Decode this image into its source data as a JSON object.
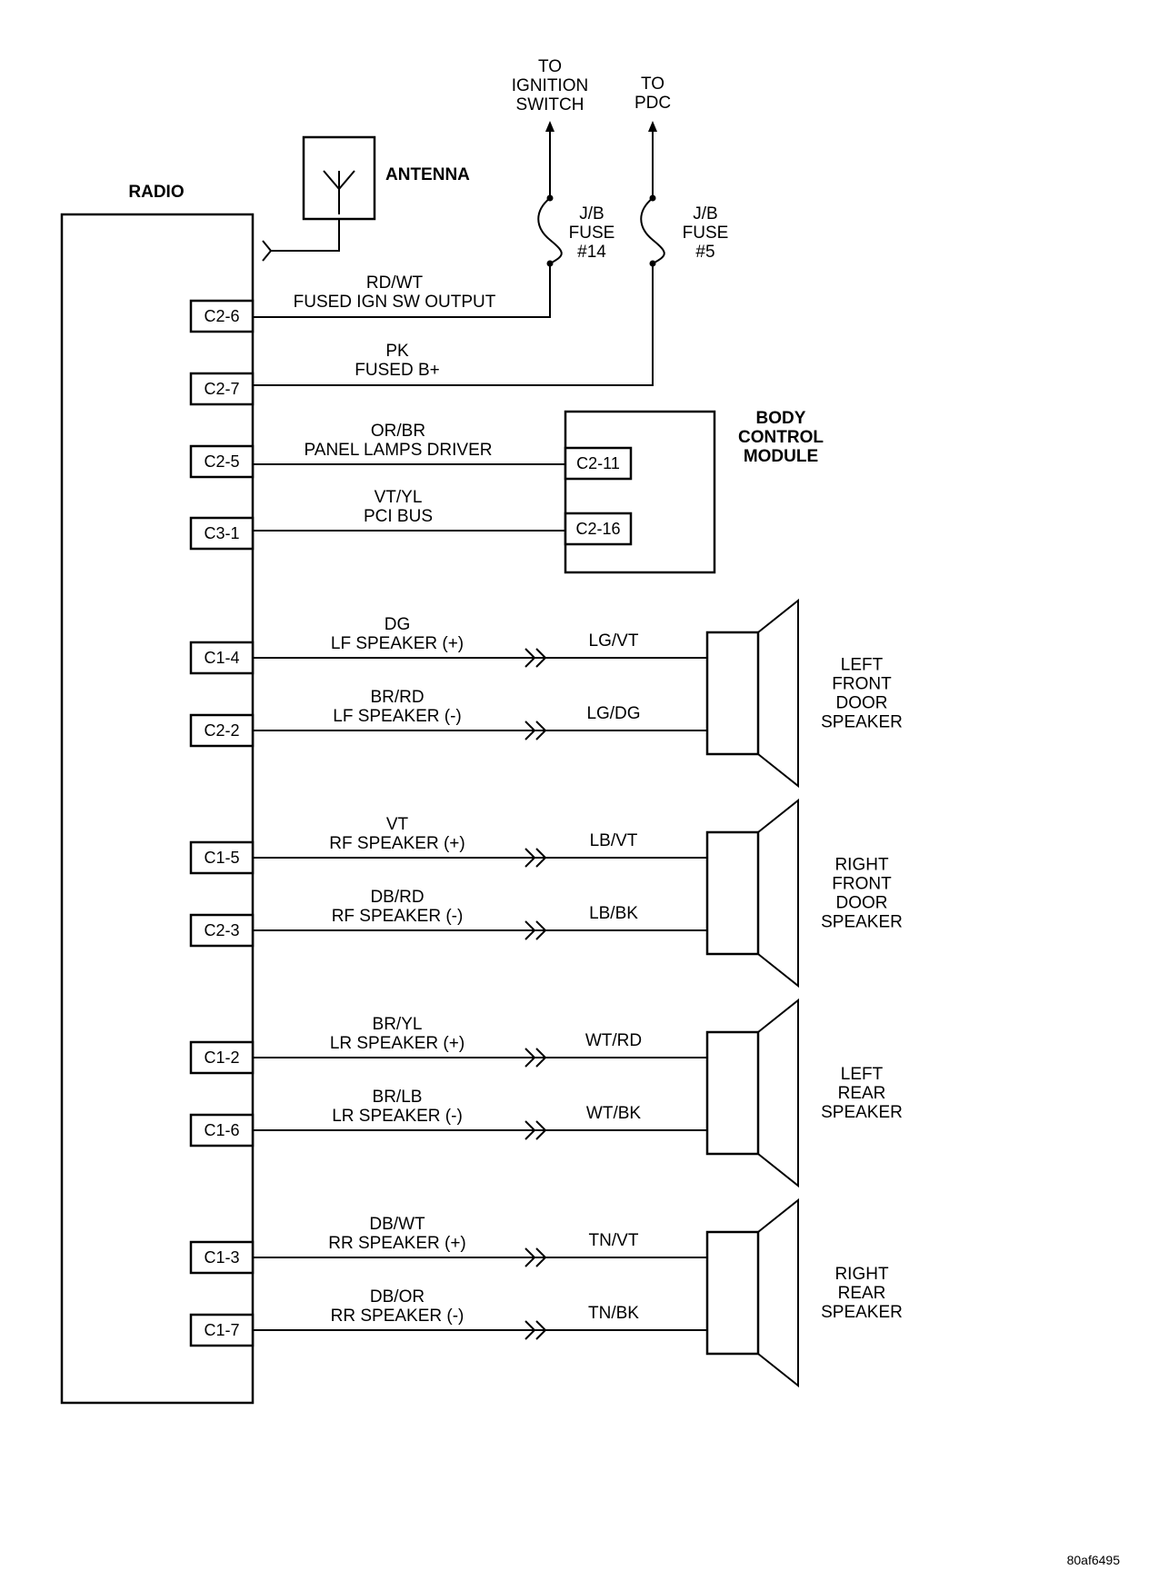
{
  "radio": {
    "label": "RADIO",
    "antenna_label": "ANTENNA"
  },
  "power": {
    "ignition": {
      "to_lines": [
        "TO",
        "IGNITION",
        "SWITCH"
      ],
      "fuse_lines": [
        "J/B",
        "FUSE",
        "#14"
      ],
      "pin": "C2-6",
      "wire_color": "RD/WT",
      "circuit": "FUSED IGN SW OUTPUT"
    },
    "battery": {
      "to_lines": [
        "TO",
        "PDC"
      ],
      "fuse_lines": [
        "J/B",
        "FUSE",
        "#5"
      ],
      "pin": "C2-7",
      "wire_color": "PK",
      "circuit": "FUSED B+"
    }
  },
  "body_control_module": {
    "label_lines": [
      "BODY",
      "CONTROL",
      "MODULE"
    ],
    "circuits": [
      {
        "radio_pin": "C2-5",
        "wire_color": "OR/BR",
        "circuit": "PANEL LAMPS DRIVER",
        "bcm_pin": "C2-11"
      },
      {
        "radio_pin": "C3-1",
        "wire_color": "VT/YL",
        "circuit": "PCI BUS",
        "bcm_pin": "C2-16"
      }
    ]
  },
  "speakers": [
    {
      "label_lines": [
        "LEFT",
        "FRONT",
        "DOOR",
        "SPEAKER"
      ],
      "circuits": [
        {
          "radio_pin": "C1-4",
          "wire_color": "DG",
          "circuit": "LF SPEAKER (+)",
          "speaker_wire": "LG/VT"
        },
        {
          "radio_pin": "C2-2",
          "wire_color": "BR/RD",
          "circuit": "LF SPEAKER (-)",
          "speaker_wire": "LG/DG"
        }
      ]
    },
    {
      "label_lines": [
        "RIGHT",
        "FRONT",
        "DOOR",
        "SPEAKER"
      ],
      "circuits": [
        {
          "radio_pin": "C1-5",
          "wire_color": "VT",
          "circuit": "RF SPEAKER (+)",
          "speaker_wire": "LB/VT"
        },
        {
          "radio_pin": "C2-3",
          "wire_color": "DB/RD",
          "circuit": "RF SPEAKER (-)",
          "speaker_wire": "LB/BK"
        }
      ]
    },
    {
      "label_lines": [
        "LEFT",
        "REAR",
        "SPEAKER"
      ],
      "circuits": [
        {
          "radio_pin": "C1-2",
          "wire_color": "BR/YL",
          "circuit": "LR SPEAKER (+)",
          "speaker_wire": "WT/RD"
        },
        {
          "radio_pin": "C1-6",
          "wire_color": "BR/LB",
          "circuit": "LR SPEAKER (-)",
          "speaker_wire": "WT/BK"
        }
      ]
    },
    {
      "label_lines": [
        "RIGHT",
        "REAR",
        "SPEAKER"
      ],
      "circuits": [
        {
          "radio_pin": "C1-3",
          "wire_color": "DB/WT",
          "circuit": "RR SPEAKER (+)",
          "speaker_wire": "TN/VT"
        },
        {
          "radio_pin": "C1-7",
          "wire_color": "DB/OR",
          "circuit": "RR SPEAKER (-)",
          "speaker_wire": "TN/BK"
        }
      ]
    }
  ],
  "figure_ref": "80af6495"
}
